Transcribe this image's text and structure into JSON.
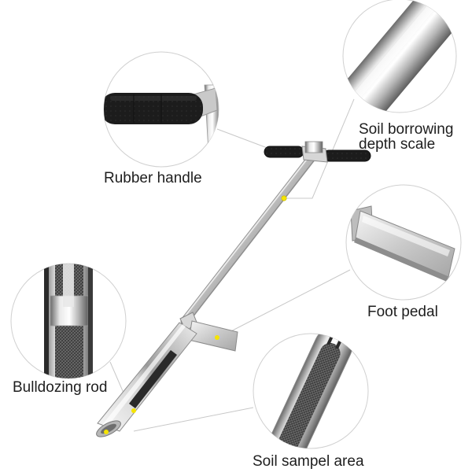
{
  "labels": {
    "rubber_handle": "Rubber handle",
    "depth_scale_line1": "Soil borrowing",
    "depth_scale_line2": "depth scale",
    "foot_pedal": "Foot pedal",
    "bulldozing_rod": "Bulldozing rod",
    "sample_area": "Soil sampel area"
  },
  "colors": {
    "steel_light": "#f2f2f2",
    "steel_mid": "#c4c4c4",
    "steel_dark": "#7a7a7a",
    "rubber": "#1c1c1c",
    "marker": "#f5e400",
    "leader_line": "#c8c8c8",
    "callout_border": "#d0d0d0"
  }
}
